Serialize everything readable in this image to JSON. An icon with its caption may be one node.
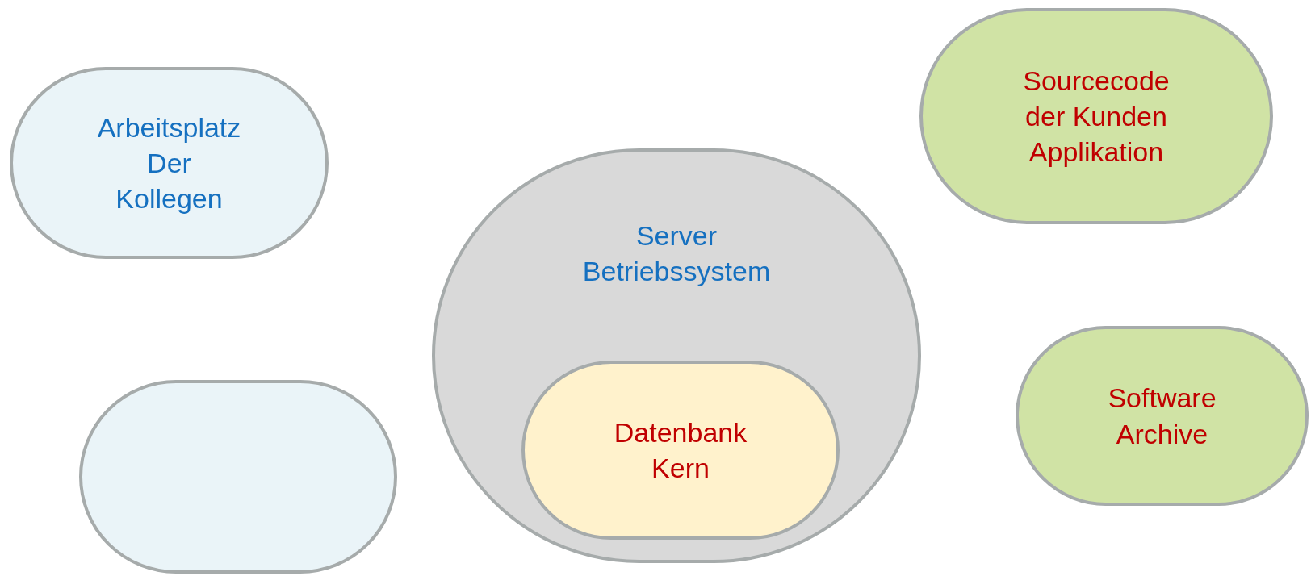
{
  "diagram": {
    "nodes": [
      {
        "text": [
          "Arbeitsplatz Der Kollegen"
        ]
      },
      {
        "text": [],
        "shape": "ellipse"
      },
      {
        "text": [
          "Server Betriebssystem"
        ]
      },
      {
        "text": [
          "Datenbank Kern"
        ],
        "in": 2
      },
      {
        "text": [
          "Sourcecode der Kunden Applikation"
        ]
      },
      {
        "text": [
          "Software Archive"
        ]
      }
    ]
  }
}
